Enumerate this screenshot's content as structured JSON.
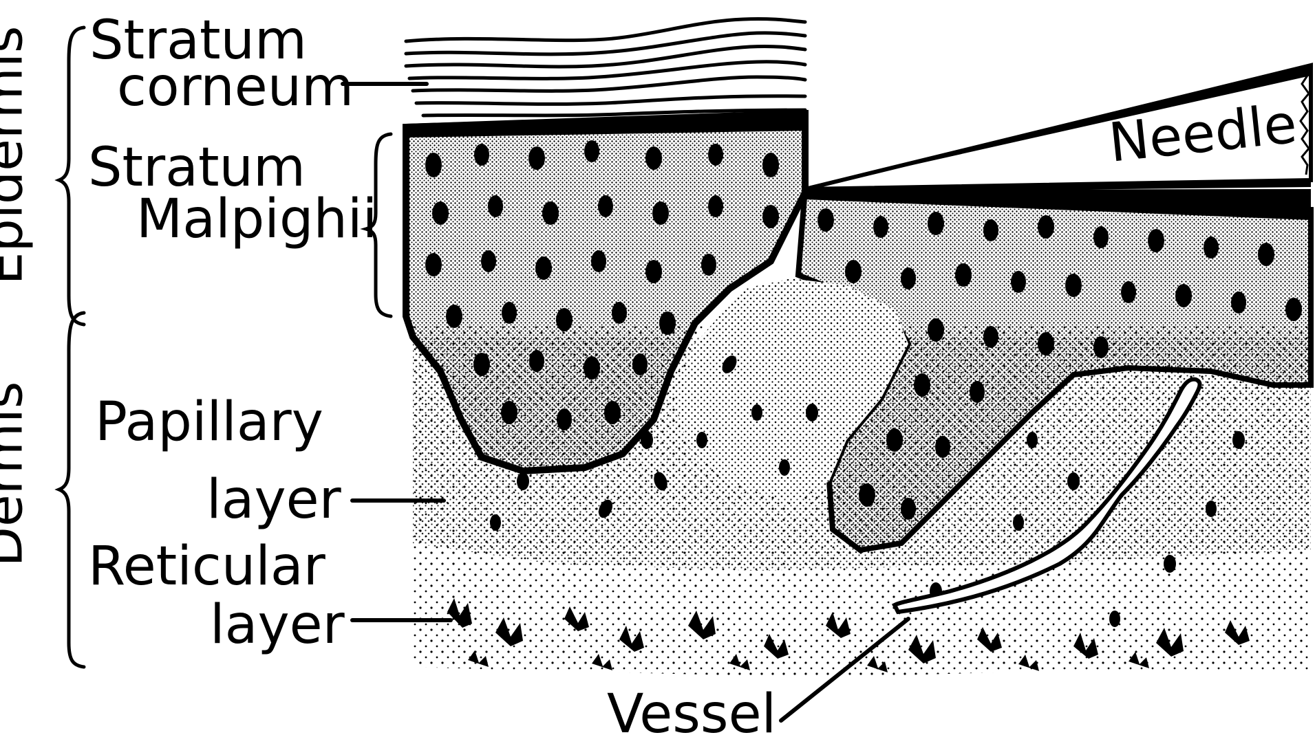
{
  "groups": {
    "epidermis": "Epidermis",
    "dermis": "Dermis"
  },
  "labels": {
    "stratum_corneum_line1": "Stratum",
    "stratum_corneum_line2": "corneum",
    "stratum_malpighii_line1": "Stratum",
    "stratum_malpighii_line2": "Malpighii",
    "papillary_line1": "Papillary",
    "papillary_line2": "layer",
    "reticular_line1": "Reticular",
    "reticular_line2": "layer",
    "needle": "Needle",
    "vessel": "Vessel"
  },
  "colors": {
    "ink": "#000000",
    "paper": "#ffffff"
  }
}
